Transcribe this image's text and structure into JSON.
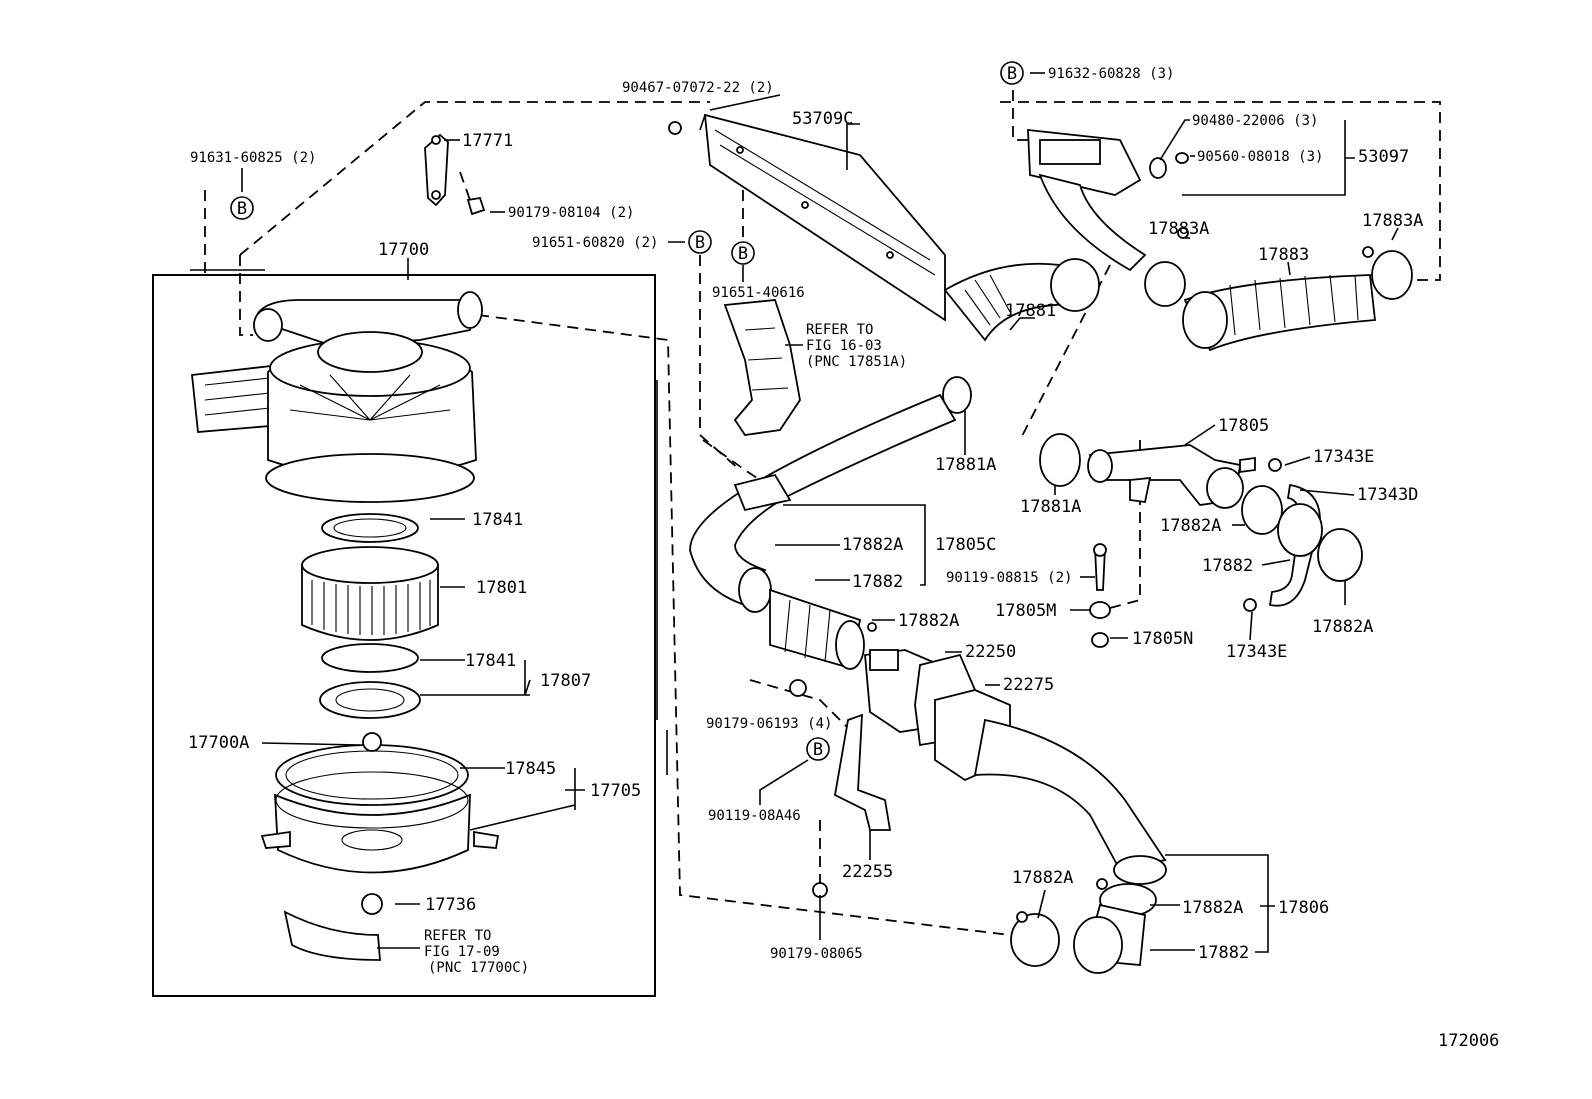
{
  "figure_number": "172006",
  "bolt_mark": "B",
  "labels": {
    "p90467": "90467-07072-22 (2)",
    "p91632": "91632-60828 (3)",
    "p53709C": "53709C",
    "p17771": "17771",
    "p91631": "91631-60825 (2)",
    "p90179_08104": "90179-08104 (2)",
    "p90480": "90480-22006 (3)",
    "p90560": "90560-08018 (3)",
    "p53097": "53097",
    "p91651_60820": "91651-60820 (2)",
    "p17700": "17700",
    "p17883A_l": "17883A",
    "p17883A_r": "17883A",
    "p17883": "17883",
    "p91651_40616": "91651-40616",
    "p17881": "17881",
    "p17881A_a": "17881A",
    "p17881A_b": "17881A",
    "p17805": "17805",
    "p17343E_t": "17343E",
    "p17343D": "17343D",
    "p17841_t": "17841",
    "p17882A_a": "17882A",
    "p17805C": "17805C",
    "p17882A_b": "17882A",
    "p17882_a": "17882",
    "p17801": "17801",
    "p90119_08815": "90119-08815 (2)",
    "p17882_b": "17882",
    "p17805M": "17805M",
    "p17882A_c": "17882A",
    "p17882A_d": "17882A",
    "p17841_b": "17841",
    "p17807": "17807",
    "p17805N": "17805N",
    "p17343E_b": "17343E",
    "p22250": "22250",
    "p22275": "22275",
    "p90179_06193": "90179-06193 (4)",
    "p17700A": "17700A",
    "p17845": "17845",
    "p17705": "17705",
    "p90119_08A46": "90119-08A46",
    "p22255": "22255",
    "p17882A_e": "17882A",
    "p17736": "17736",
    "p17882A_f": "17882A",
    "p17806": "17806",
    "p90179_08065": "90179-08065",
    "p17882_c": "17882"
  },
  "notes": {
    "ref1": [
      "REFER TO",
      "FIG 16-03",
      "(PNC 17851A)"
    ],
    "ref2": [
      "REFER TO",
      "FIG 17-09",
      "(PNC 17700C)"
    ]
  }
}
